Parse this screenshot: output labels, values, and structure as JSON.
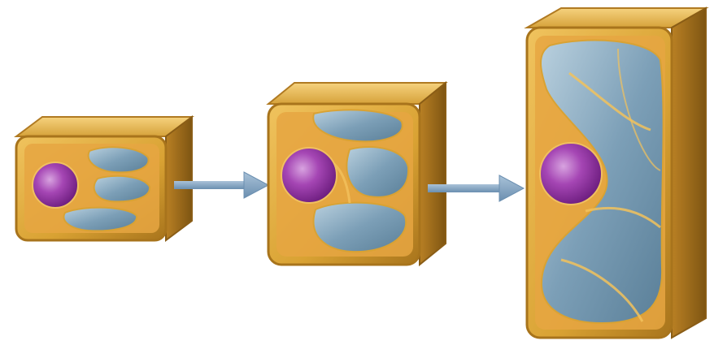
{
  "diagram": {
    "stages": [
      {
        "id": "small-cell",
        "vacuoles": 3
      },
      {
        "id": "medium-cell",
        "vacuoles": 3
      },
      {
        "id": "large-cell",
        "vacuoles": 1
      }
    ],
    "arrows": 2,
    "colors": {
      "cell_wall": "#d9a233",
      "cell_wall_dark": "#a8741c",
      "cytoplasm": "#e6a642",
      "vacuole": "#6f94ad",
      "vacuole_light": "#a9c4d6",
      "nucleus": "#8e2aa0",
      "nucleus_light": "#c58ad0",
      "arrow": "#7d9fbe"
    }
  }
}
